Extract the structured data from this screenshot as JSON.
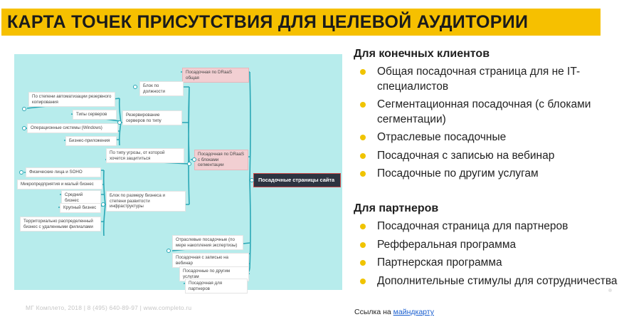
{
  "slide": {
    "title": "КАРТА ТОЧЕК ПРИСУТСТВИЯ ДЛЯ ЦЕЛЕВОЙ АУДИТОРИИ",
    "footer": "МГ Комплето, 2018 | 8 (495) 640-89-97 | www.completo.ru"
  },
  "mindmap": {
    "root": "Посадочные страницы сайта",
    "landing_common": "Посадочная по DRaaS общая",
    "landing_segmented": "Посадочная по DRaaS с блоками сегментации",
    "by_position": "Блок по должности",
    "by_automation": "По степени автоматизации резервного копирования",
    "server_reservation": "Резервирование серверов по типу",
    "server_types": "Типы серверов",
    "os": "Операционные системы (Windows)",
    "business_apps": "Бизнес-приложения",
    "threat_type": "По типу угрозы, от которой хочется защититься",
    "business_size_block": "Блок по размеру бизнеса и степени развитости инфраструктуры",
    "individuals": "Физические лица и SOHO",
    "micro": "Микропредприятия и малый бизнес",
    "medium": "Средний бизнес",
    "large": "Крупный бизнес",
    "distributed": "Территориально распределенный бизнес с удаленными филиалами",
    "industry": "Отраслевые посадочные (по мере накопления экспертизы)",
    "webinar": "Посадочная с записью на вебинар",
    "other_services": "Посадочные по другим услугам",
    "partners": "Посадочная для партнеров"
  },
  "clients": {
    "heading": "Для конечных клиентов",
    "items": [
      "Общая посадочная страница для не IT-специалистов",
      "Сегментационная посадочная (с блоками сегментации)",
      "Отраслевые посадочные",
      "Посадочная с записью на вебинар",
      "Посадочные по другим услугам"
    ]
  },
  "partners": {
    "heading": "Для партнеров",
    "items": [
      "Посадочная страница для партнеров",
      "Рефферальная программа",
      "Партнерская программа",
      "Дополнительные стимулы для сотрудничества"
    ]
  },
  "link": {
    "prefix": "Ссылка на ",
    "text": "майндкарту"
  },
  "colors": {
    "title_band": "#f6c000",
    "mindmap_bg": "#b7ecec",
    "connector": "#2aa7b5",
    "bullet": "#f0c400",
    "link": "#1a5fd0"
  }
}
